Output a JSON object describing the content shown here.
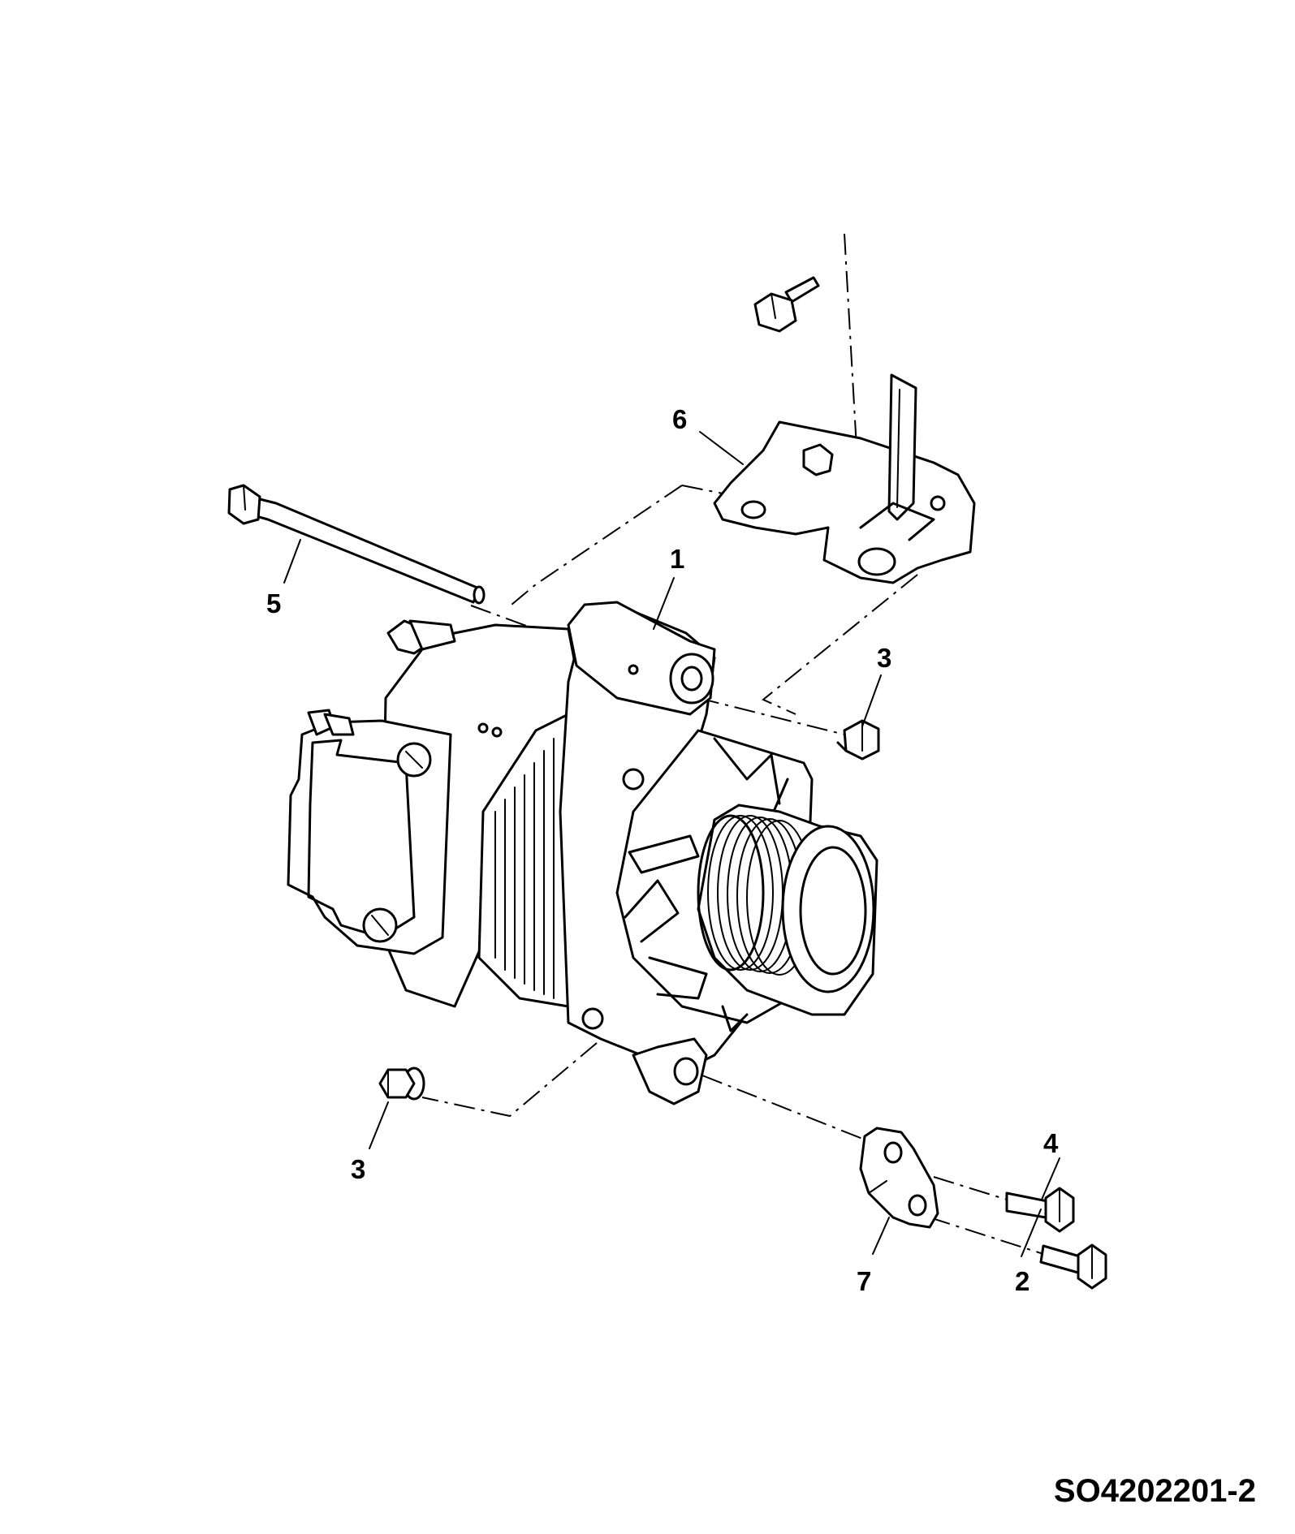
{
  "callouts": {
    "c1": "1",
    "c2": "2",
    "c3a": "3",
    "c3b": "3",
    "c4": "4",
    "c5": "5",
    "c6": "6",
    "c7": "7"
  },
  "reference_code": "SO4202201-2"
}
